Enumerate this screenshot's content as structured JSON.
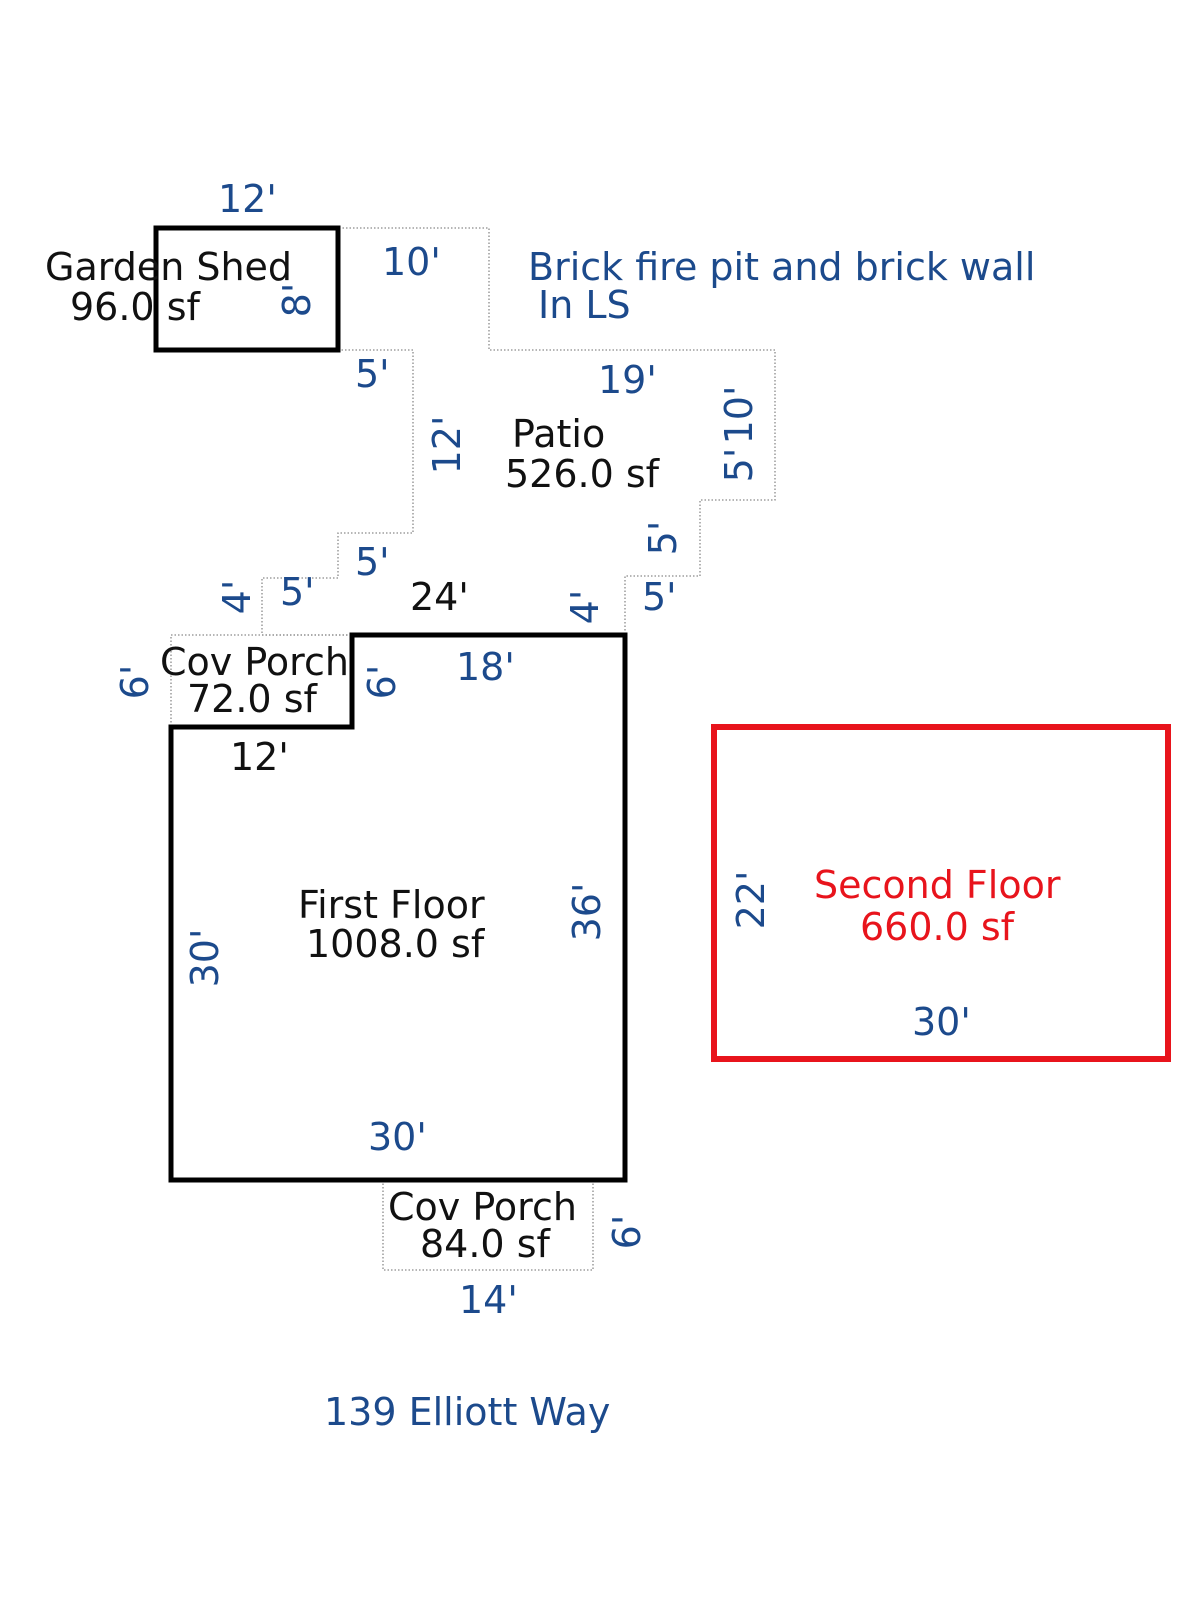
{
  "colors": {
    "label": "#111111",
    "dimension": "#1c4a8c",
    "second_floor": "#e8141c",
    "outline": "#000000"
  },
  "note": {
    "line1": "Brick fire pit and brick wall",
    "line2": "In LS"
  },
  "address": "139 Elliott Way",
  "areas": {
    "garden_shed": {
      "name": "Garden Shed",
      "area": "96.0 sf"
    },
    "patio": {
      "name": "Patio",
      "area": "526.0 sf"
    },
    "cov_porch_1": {
      "name": "Cov Porch",
      "area": "72.0 sf"
    },
    "first_floor": {
      "name": "First Floor",
      "area": "1008.0 sf"
    },
    "second_floor": {
      "name": "Second Floor",
      "area": "660.0 sf"
    },
    "cov_porch_2": {
      "name": "Cov Porch",
      "area": "84.0 sf"
    }
  },
  "dimensions": {
    "shed_top": "12'",
    "shed_side": "8'",
    "patio_10": "10'",
    "patio_5_a": "5'",
    "patio_12": "12'",
    "patio_19": "19'",
    "patio_10_right": "10'",
    "patio_5_right": "5'",
    "patio_5_b": "5'",
    "patio_5_c": "5'",
    "patio_5_step_right": "5'",
    "patio_5_d": "5'",
    "patio_4_left": "4'",
    "patio_4_right": "4'",
    "ff_24": "24'",
    "ff_18": "18'",
    "ff_6_inner": "6'",
    "porch1_6": "6'",
    "ff_12": "12'",
    "ff_30_left": "30'",
    "ff_36": "36'",
    "ff_30_bottom": "30'",
    "porch2_6": "6'",
    "porch2_14": "14'",
    "sf_22": "22'",
    "sf_30": "30'"
  }
}
